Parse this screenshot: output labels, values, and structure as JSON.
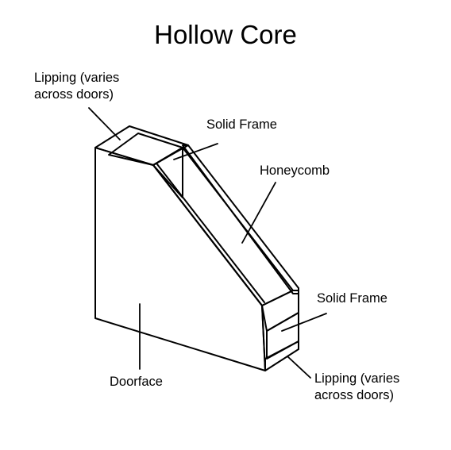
{
  "title": "Hollow Core",
  "labels": {
    "lipping_top_line1": "Lipping (varies",
    "lipping_top_line2": "across doors)",
    "solid_frame_top": "Solid Frame",
    "honeycomb": "Honeycomb",
    "solid_frame_bottom": "Solid Frame",
    "doorface": "Doorface",
    "lipping_bottom_line1": "Lipping (varies",
    "lipping_bottom_line2": "across doors)"
  },
  "colors": {
    "outline": "#000000",
    "frame_fill": "#a6a6a6",
    "face_fill": "#ffffff",
    "background": "#ffffff"
  }
}
